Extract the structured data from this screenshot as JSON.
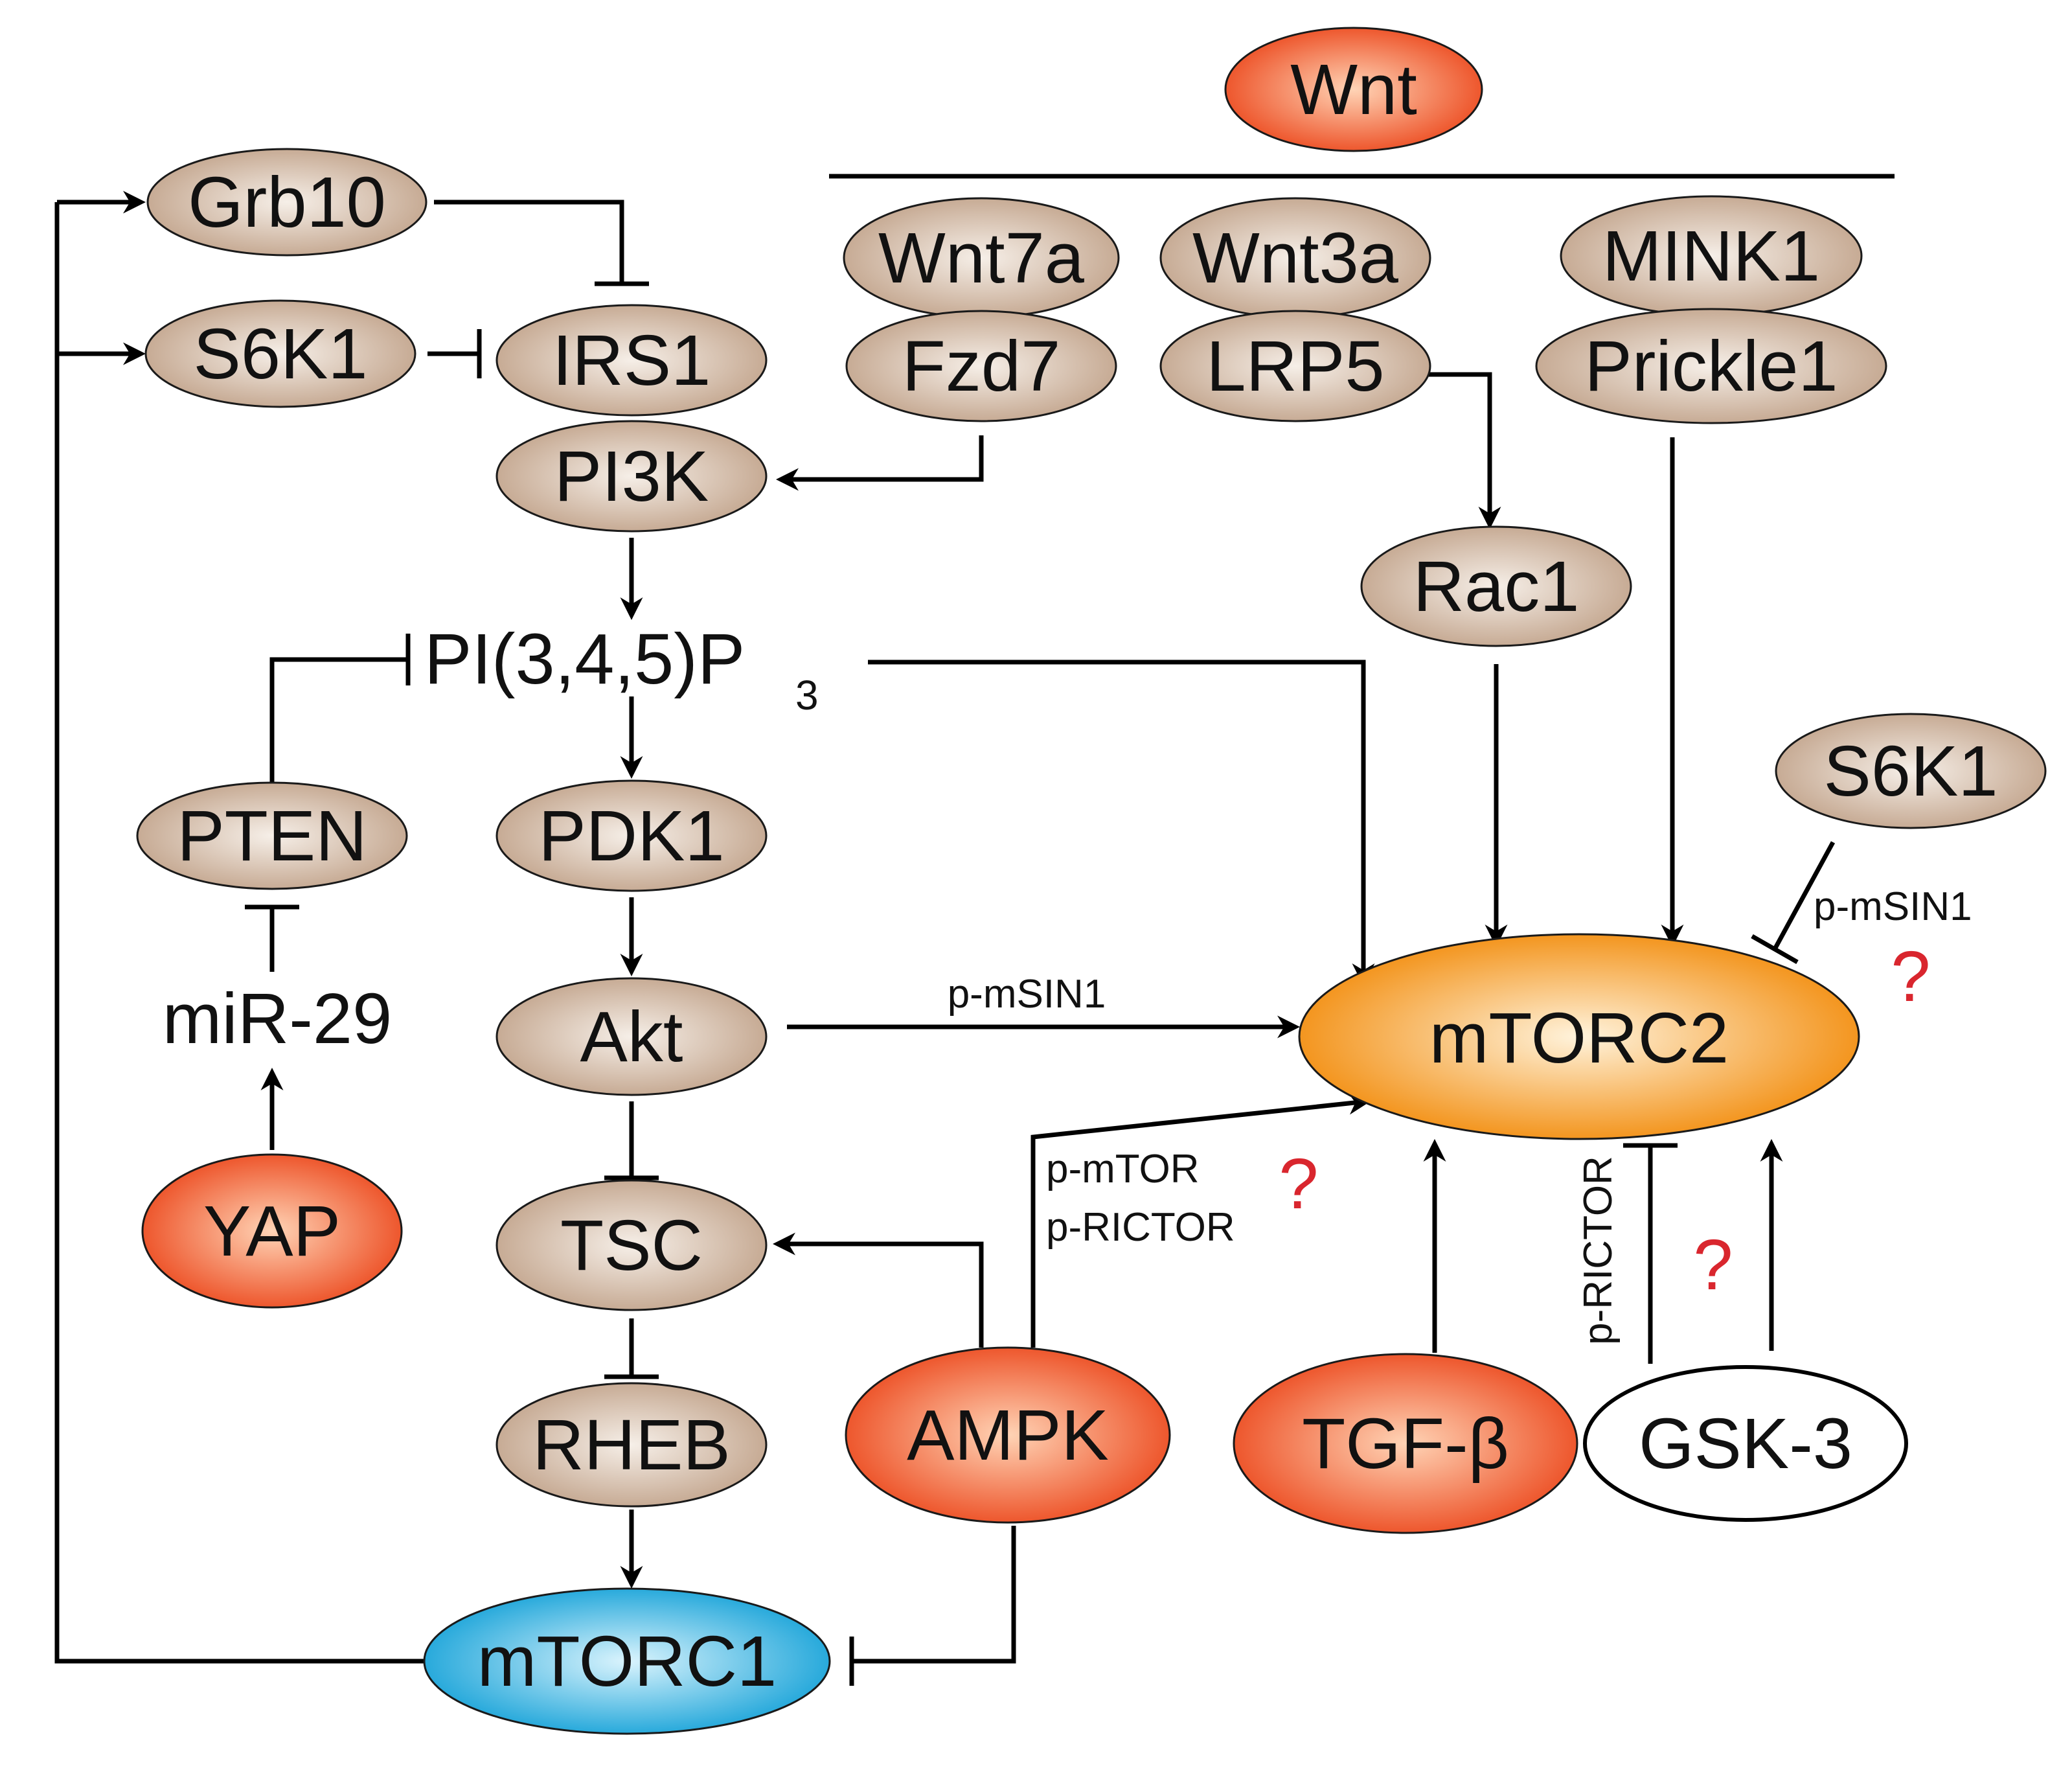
{
  "nodes": {
    "wnt": "Wnt",
    "grb10": "Grb10",
    "s6k1_left": "S6K1",
    "irs1": "IRS1",
    "pi3k": "PI3K",
    "wnt7a": "Wnt7a",
    "fzd7": "Fzd7",
    "wnt3a": "Wnt3a",
    "lrp5": "LRP5",
    "mink1": "MINK1",
    "prickle1": "Prickle1",
    "rac1": "Rac1",
    "pip3_main": "PI(3,4,5)P",
    "pip3_sub": "3",
    "pten": "PTEN",
    "pdk1": "PDK1",
    "s6k1_right": "S6K1",
    "mir29": "miR-29",
    "akt": "Akt",
    "mtorc2": "mTORC2",
    "yap": "YAP",
    "tsc": "TSC",
    "rheb": "RHEB",
    "ampk": "AMPK",
    "tgfb": "TGF-β",
    "gsk3": "GSK-3",
    "mtorc1": "mTORC1"
  },
  "edge_labels": {
    "akt_mtorc2": "p-mSIN1",
    "s6k1_mtorc2": "p-mSIN1",
    "ampk_mtorc2_line1": "p-mTOR",
    "ampk_mtorc2_line2": "p-RICTOR",
    "gsk3_mtorc2": "p-RICTOR"
  },
  "uncertainty_mark": "?",
  "colors": {
    "tan": "#c2a48c",
    "tan_light": "#f6efe8",
    "orange_red": "#ec4a1f",
    "orange_red_light": "#ffd4b6",
    "orange": "#f28c0c",
    "orange_light": "#fff3dc",
    "blue": "#16a2d8",
    "blue_light": "#dbf4fd",
    "question_mark": "#d9262e"
  }
}
